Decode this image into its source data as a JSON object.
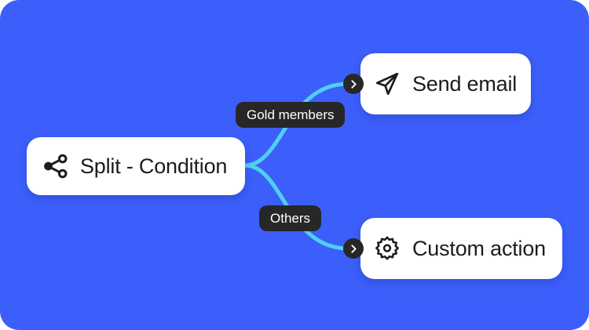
{
  "canvas": {
    "background_color": "#3c5efa",
    "edge_color": "#4fd0f0",
    "node_background": "#ffffff",
    "pill_background": "#272727",
    "pill_text_color": "#ffffff",
    "node_text_color": "#1c1c1c"
  },
  "nodes": [
    {
      "id": "split",
      "label": "Split - Condition",
      "icon": "share-split-icon"
    },
    {
      "id": "send_email",
      "label": "Send email",
      "icon": "paper-plane-icon"
    },
    {
      "id": "custom_action",
      "label": "Custom action",
      "icon": "gear-icon"
    }
  ],
  "edges": [
    {
      "id": "edge_gold",
      "from": "split",
      "to": "send_email",
      "label": "Gold members",
      "port_icon": "chevron-right-icon"
    },
    {
      "id": "edge_others",
      "from": "split",
      "to": "custom_action",
      "label": "Others",
      "port_icon": "chevron-right-icon"
    }
  ]
}
